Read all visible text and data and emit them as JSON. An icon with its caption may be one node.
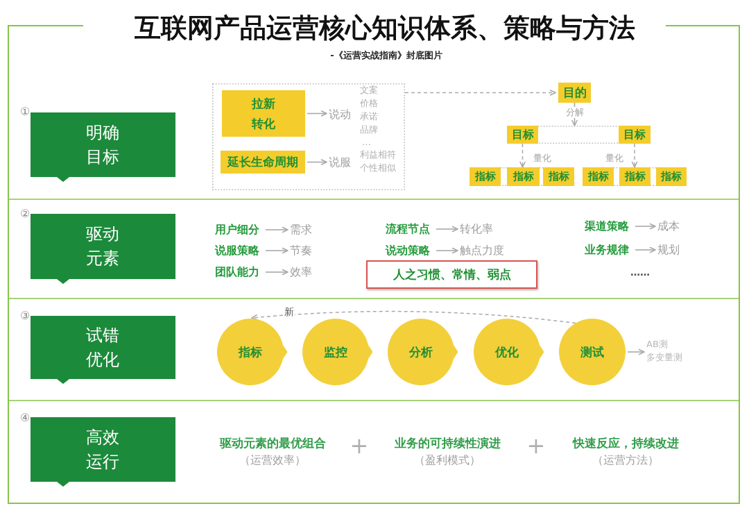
{
  "diagram": {
    "title": "互联网产品运营核心知识体系、策略与方法",
    "caption": "-《运营实战指南》封底图片",
    "nodes": [
      {
        "text": [
          "明确目标"
        ],
        "beside": [
          "①"
        ]
      },
      {
        "text": [],
        "shape": "box"
      },
      {
        "text": [
          "拉新",
          "转化"
        ],
        "in": 1
      },
      {
        "text": [
          "说动"
        ],
        "in": 1,
        "beside": [
          "文案",
          "价格",
          "承诺",
          "品牌",
          "…"
        ]
      },
      {
        "text": [
          "延长生命周期"
        ],
        "in": 1
      },
      {
        "text": [
          "说服"
        ],
        "in": 1,
        "beside": [
          "利益相符",
          "个性相似"
        ]
      },
      {
        "text": [
          "目的"
        ]
      },
      {
        "text": [],
        "shape": "box"
      },
      {
        "text": [
          "目标"
        ],
        "in": 7
      },
      {
        "text": [
          "目标"
        ],
        "in": 7
      },
      {
        "text": [],
        "shape": "box"
      },
      {
        "text": [
          "指标"
        ],
        "in": 10
      },
      {
        "text": [
          "指标"
        ],
        "in": 10
      },
      {
        "text": [
          "指标"
        ],
        "in": 10
      },
      {
        "text": [],
        "shape": "box"
      },
      {
        "text": [
          "指标"
        ],
        "in": 14
      },
      {
        "text": [
          "指标"
        ],
        "in": 14
      },
      {
        "text": [
          "指标"
        ],
        "in": 14
      },
      {
        "text": [
          "驱动元素"
        ],
        "beside": [
          "②"
        ]
      },
      {
        "text": [
          "用户细分"
        ]
      },
      {
        "text": [
          "需求"
        ]
      },
      {
        "text": [
          "说服策略"
        ]
      },
      {
        "text": [
          "节奏"
        ]
      },
      {
        "text": [
          "团队能力"
        ]
      },
      {
        "text": [
          "效率"
        ]
      },
      {
        "text": [
          "流程节点"
        ]
      },
      {
        "text": [
          "转化率"
        ]
      },
      {
        "text": [
          "说动策略"
        ]
      },
      {
        "text": [
          "触点力度"
        ]
      },
      {
        "text": [
          "人之习惯、常情、弱点"
        ]
      },
      {
        "text": [
          "渠道策略"
        ]
      },
      {
        "text": [
          "成本"
        ]
      },
      {
        "text": [
          "业务规律"
        ]
      },
      {
        "text": [
          "规划"
        ]
      },
      {
        "text": [
          "试错优化"
        ],
        "beside": [
          "③"
        ]
      },
      {
        "text": [
          "指标"
        ]
      },
      {
        "text": [
          "监控"
        ]
      },
      {
        "text": [
          "分析"
        ]
      },
      {
        "text": [
          "优化"
        ]
      },
      {
        "text": [
          "测试"
        ]
      },
      {
        "text": [
          "AB测",
          "多变量测"
        ]
      },
      {
        "text": [
          "高效运行"
        ],
        "beside": [
          "④"
        ]
      }
    ],
    "edges": [
      {
        "from": 2,
        "to": 3,
        "arrow": "to"
      },
      {
        "from": 4,
        "to": 5,
        "arrow": "to"
      },
      {
        "from": 1,
        "to": 6,
        "arrow": "to",
        "style": "dashed"
      },
      {
        "from": 6,
        "to": 7,
        "arrow": "to",
        "label": "分解"
      },
      {
        "from": 8,
        "to": 10,
        "arrow": "to",
        "style": "dashed",
        "label": "量化"
      },
      {
        "from": 9,
        "to": 14,
        "arrow": "to",
        "style": "dashed",
        "label": "量化"
      },
      {
        "from": 19,
        "to": 20,
        "arrow": "to"
      },
      {
        "from": 21,
        "to": 22,
        "arrow": "to"
      },
      {
        "from": 23,
        "to": 24,
        "arrow": "to"
      },
      {
        "from": 25,
        "to": 26,
        "arrow": "to"
      },
      {
        "from": 27,
        "to": 28,
        "arrow": "to"
      },
      {
        "from": 30,
        "to": 31,
        "arrow": "to"
      },
      {
        "from": 32,
        "to": 33,
        "arrow": "to"
      },
      {
        "from": 39,
        "to": 35,
        "arrow": "to",
        "style": "dashed",
        "label": "新"
      },
      {
        "from": 39,
        "to": 40,
        "arrow": "to"
      }
    ],
    "labels": [
      "……",
      "驱动元素的最优组合",
      "（运营效率）",
      "+",
      "业务的可持续性演进",
      "（盈利模式）",
      "+",
      "快速反应，持续改进",
      "（运营方法）"
    ]
  }
}
